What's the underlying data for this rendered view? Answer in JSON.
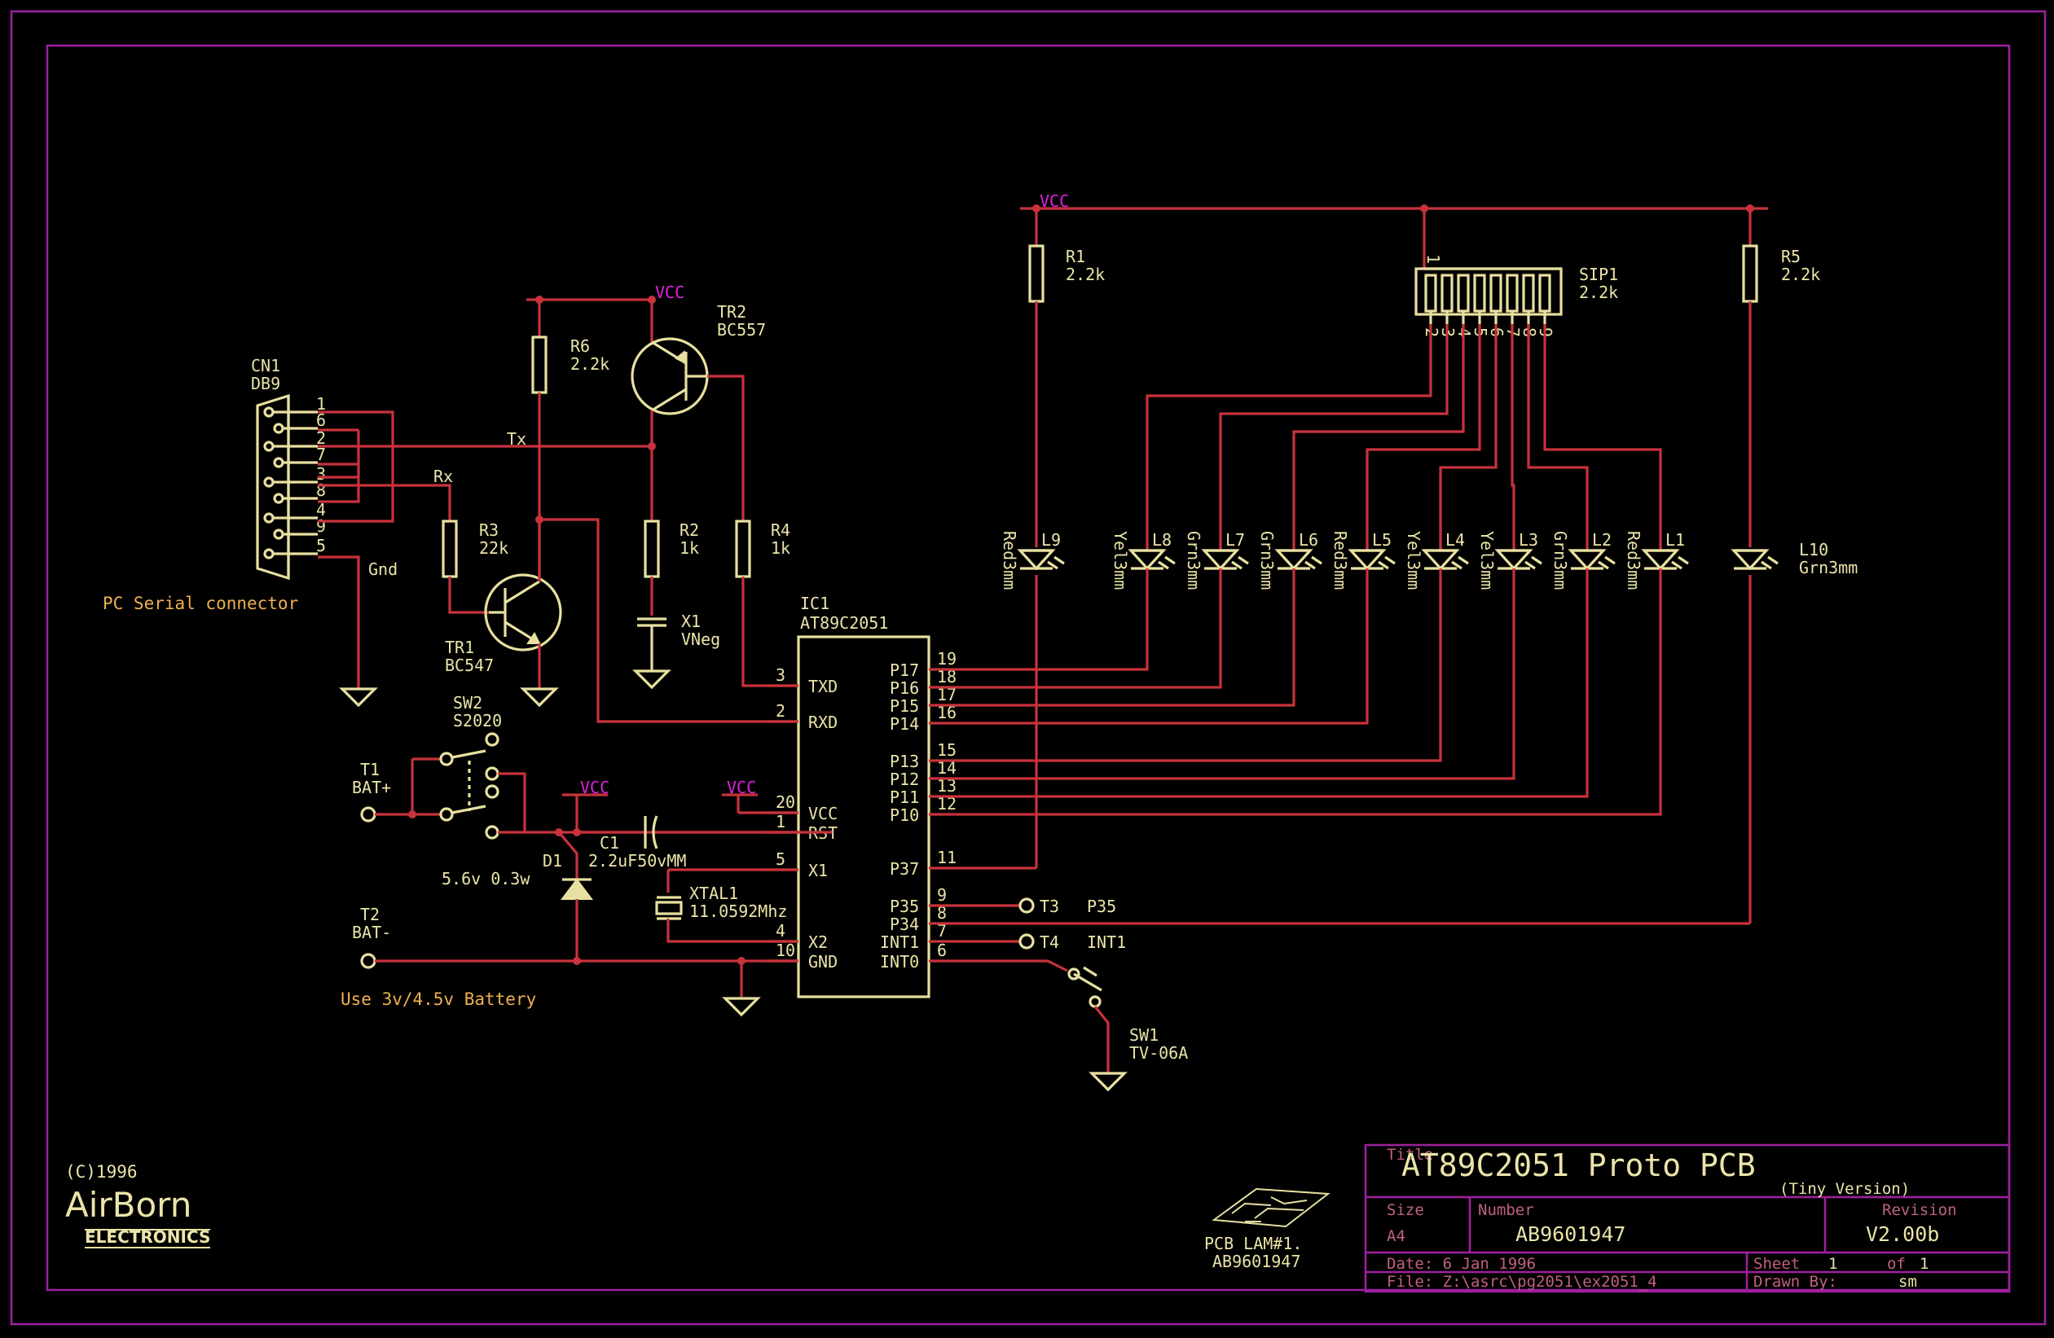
{
  "net_vcc": "VCC",
  "cn1": {
    "ref": "CN1",
    "type": "DB9",
    "pins": [
      "1",
      "6",
      "2",
      "7",
      "3",
      "8",
      "4",
      "9",
      "5"
    ],
    "caption": "PC Serial connector",
    "gnd": "Gnd",
    "tx": "Tx",
    "rx": "Rx"
  },
  "r6": {
    "ref": "R6",
    "value": "2.2k"
  },
  "r3": {
    "ref": "R3",
    "value": "22k"
  },
  "r2": {
    "ref": "R2",
    "value": "1k"
  },
  "r4": {
    "ref": "R4",
    "value": "1k"
  },
  "r1": {
    "ref": "R1",
    "value": "2.2k"
  },
  "r5": {
    "ref": "R5",
    "value": "2.2k"
  },
  "tr1": {
    "ref": "TR1",
    "value": "BC547"
  },
  "tr2": {
    "ref": "TR2",
    "value": "BC557"
  },
  "x1": {
    "ref": "X1",
    "value": "VNeg"
  },
  "sip1": {
    "ref": "SIP1",
    "value": "2.2k",
    "pin1": "1",
    "pins": [
      "2",
      "3",
      "4",
      "5",
      "6",
      "7",
      "8",
      "9"
    ]
  },
  "ic1": {
    "ref": "IC1",
    "value": "AT89C2051",
    "left": [
      {
        "num": "3",
        "name": "TXD"
      },
      {
        "num": "2",
        "name": "RXD"
      },
      {
        "num": "20",
        "name": "VCC"
      },
      {
        "num": "1",
        "name": "RST"
      },
      {
        "num": "5",
        "name": "X1"
      },
      {
        "num": "4",
        "name": "X2"
      },
      {
        "num": "10",
        "name": "GND"
      }
    ],
    "right": [
      {
        "num": "19",
        "name": "P17"
      },
      {
        "num": "18",
        "name": "P16"
      },
      {
        "num": "17",
        "name": "P15"
      },
      {
        "num": "16",
        "name": "P14"
      },
      {
        "num": "15",
        "name": "P13"
      },
      {
        "num": "14",
        "name": "P12"
      },
      {
        "num": "13",
        "name": "P11"
      },
      {
        "num": "12",
        "name": "P10"
      },
      {
        "num": "11",
        "name": "P37"
      },
      {
        "num": "9",
        "name": "P35"
      },
      {
        "num": "8",
        "name": "P34"
      },
      {
        "num": "7",
        "name": "INT1"
      },
      {
        "num": "6",
        "name": "INT0"
      }
    ]
  },
  "leds": [
    {
      "ref": "L9",
      "value": "Red3mm"
    },
    {
      "ref": "L8",
      "value": "Yel3mm"
    },
    {
      "ref": "L7",
      "value": "Grn3mm"
    },
    {
      "ref": "L6",
      "value": "Grn3mm"
    },
    {
      "ref": "L5",
      "value": "Red3mm"
    },
    {
      "ref": "L4",
      "value": "Yel3mm"
    },
    {
      "ref": "L3",
      "value": "Yel3mm"
    },
    {
      "ref": "L2",
      "value": "Grn3mm"
    },
    {
      "ref": "L1",
      "value": "Red3mm"
    }
  ],
  "l10": {
    "ref": "L10",
    "value": "Grn3mm"
  },
  "sw2": {
    "ref": "SW2",
    "value": "S2020"
  },
  "sw1": {
    "ref": "SW1",
    "value": "TV-06A"
  },
  "t1": {
    "ref": "T1",
    "label": "BAT+"
  },
  "t2": {
    "ref": "T2",
    "label": "BAT-"
  },
  "t3": {
    "ref": "T3",
    "label": "P35"
  },
  "t4": {
    "ref": "T4",
    "label": "INT1"
  },
  "d1": {
    "ref": "D1",
    "value": "5.6v 0.3w"
  },
  "c1": {
    "ref": "C1",
    "value": "2.2uF50vMM"
  },
  "xtal1": {
    "ref": "XTAL1",
    "value": "11.0592Mhz"
  },
  "battery_note": "Use 3v/4.5v Battery",
  "logo": {
    "copyright": "(C)1996",
    "line1": "AirBorn",
    "line2": "ELECTRONICS"
  },
  "pcb_logo": {
    "line1": "PCB LAM#1.",
    "line2": "AB9601947"
  },
  "title_block": {
    "title_label": "Title",
    "title": "AT89C2051 Proto PCB",
    "subtitle": "(Tiny Version)",
    "size_label": "Size",
    "size": "A4",
    "number_label": "Number",
    "number": "AB9601947",
    "revision_label": "Revision",
    "revision": "V2.00b",
    "date": "Date: 6 Jan 1996",
    "sheet_label": "Sheet",
    "sheet": "1",
    "of_label": "of",
    "of": "1",
    "file": "File: Z:\\asrc\\pg2051\\ex2051_4",
    "drawn_label": "Drawn By:",
    "drawn": "sm"
  }
}
